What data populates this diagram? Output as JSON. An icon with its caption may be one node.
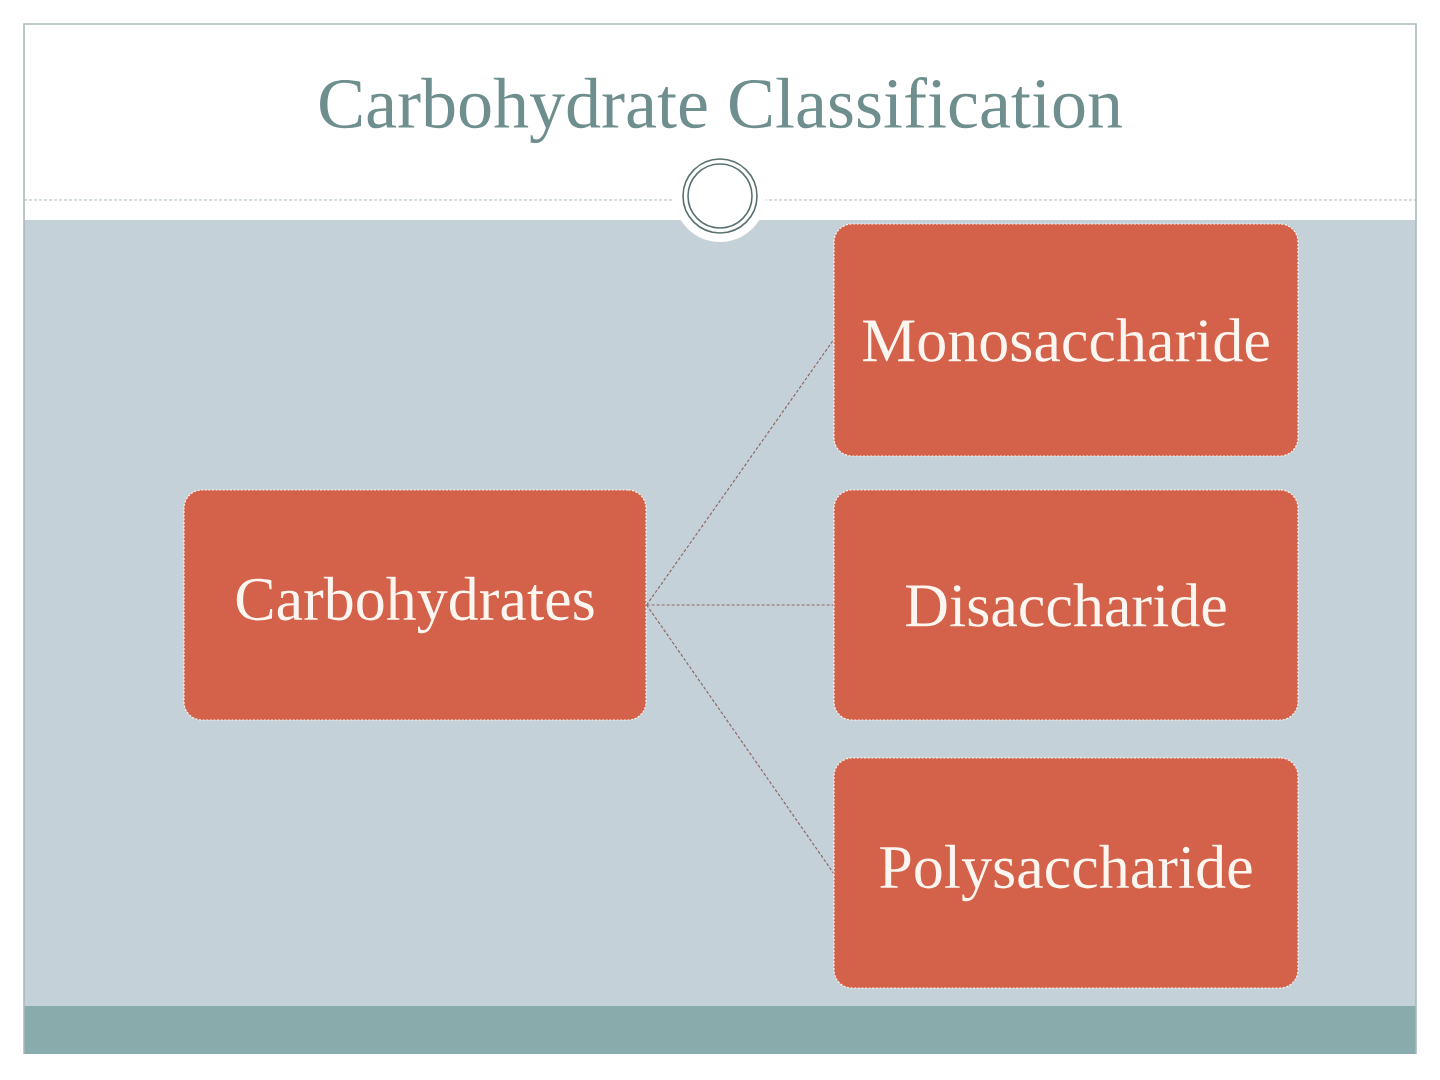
{
  "diagram": {
    "title": "Carbohydrate Classification",
    "nodes": [
      {
        "text": [
          "Carbohydrates"
        ]
      },
      {
        "text": [
          "Monosaccharide"
        ]
      },
      {
        "text": [
          "Disaccharide"
        ]
      },
      {
        "text": [
          "Polysaccharide"
        ]
      }
    ],
    "edges": [
      {
        "from": 0,
        "to": 1,
        "arrow": "none",
        "style": "dashed"
      },
      {
        "from": 0,
        "to": 2,
        "arrow": "none",
        "style": "dashed"
      },
      {
        "from": 0,
        "to": 3,
        "arrow": "none",
        "style": "dashed"
      }
    ]
  }
}
